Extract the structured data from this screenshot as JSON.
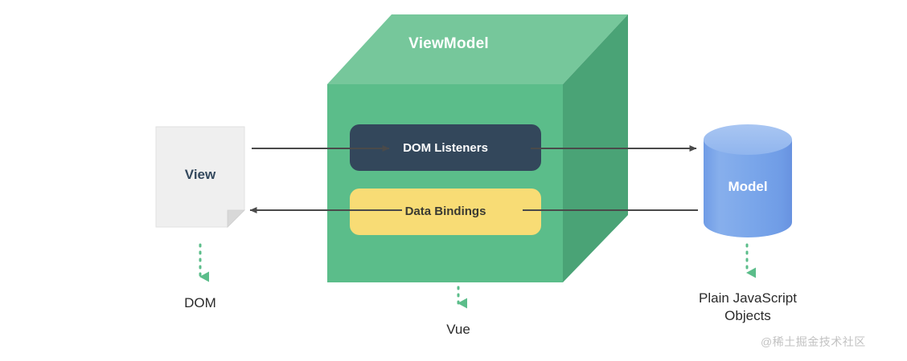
{
  "diagram": {
    "title": "Vue MVVM data flow diagram",
    "viewmodel": {
      "label": "ViewModel",
      "chips": [
        {
          "id": "dom-listeners",
          "label": "DOM Listeners",
          "fill": "#33475b",
          "text_color": "#ffffff"
        },
        {
          "id": "data-bindings",
          "label": "Data Bindings",
          "fill": "#f8dc75",
          "text_color": "#3a3a32"
        }
      ],
      "colors": {
        "front": "#5bbd8a",
        "top": "#76c79b",
        "side": "#4aa376"
      }
    },
    "view": {
      "label": "View",
      "fill": "#eeeeee",
      "text_color": "#34495e"
    },
    "model": {
      "label": "Model",
      "fill": "#7aa3e8",
      "top_fill": "#9cbcee",
      "text_color": "#ffffff"
    },
    "arrows": [
      {
        "id": "view-to-dom-listeners",
        "from": "View",
        "to": "DOM Listeners",
        "direction": "right",
        "color": "#4a4a4a"
      },
      {
        "id": "data-bindings-to-view",
        "from": "Data Bindings",
        "to": "View",
        "direction": "left",
        "color": "#4a4a4a"
      },
      {
        "id": "dom-listeners-to-model",
        "from": "DOM Listeners",
        "to": "Model",
        "direction": "right",
        "color": "#4a4a4a"
      },
      {
        "id": "model-to-data-bindings",
        "from": "Model",
        "to": "Data Bindings",
        "direction": "left",
        "color": "#4a4a4a"
      }
    ],
    "annotations": [
      {
        "id": "dom",
        "label": "DOM",
        "target": "View",
        "arrow": "dotted-down",
        "color": "#5bbd8a"
      },
      {
        "id": "vue",
        "label": "Vue",
        "target": "ViewModel",
        "arrow": "dotted-down",
        "color": "#5bbd8a"
      },
      {
        "id": "plain-javascript-objects",
        "label": "Plain JavaScript\nObjects",
        "line1": "Plain JavaScript",
        "line2": "Objects",
        "target": "Model",
        "arrow": "dotted-down",
        "color": "#5bbd8a"
      }
    ],
    "watermark": "@稀土掘金技术社区"
  }
}
